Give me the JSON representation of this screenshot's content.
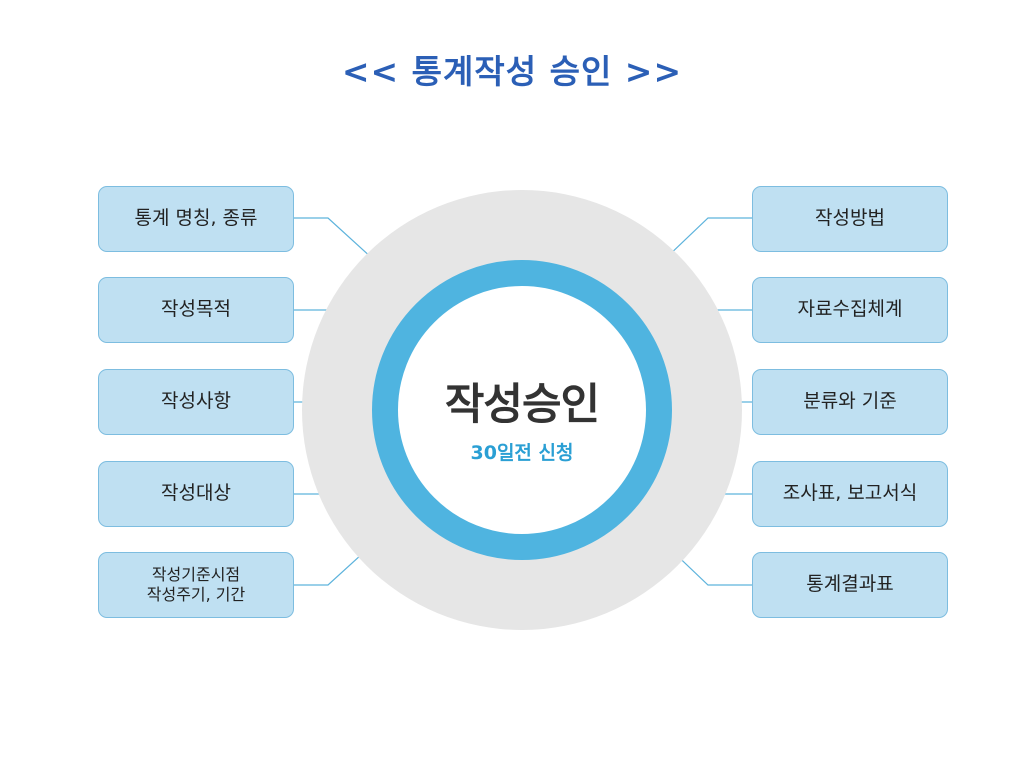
{
  "title": "<< 통계작성 승인 >>",
  "center": {
    "title": "작성승인",
    "subtitle": "30일전 신청"
  },
  "left_items": [
    "통계 명칭, 종류",
    "작성목적",
    "작성사항",
    "작성대상",
    "작성기준시점\n작성주기, 기간"
  ],
  "right_items": [
    "작성방법",
    "자료수집체계",
    "분류와 기준",
    "조사표, 보고서식",
    "통계결과표"
  ],
  "colors": {
    "title": "#2b5fb6",
    "ring": "#4fb4e0",
    "outer_circle": "#e6e6e6",
    "box_fill": "#bfe0f2",
    "box_border": "#7dbde0",
    "connector": "#5db3dc",
    "subtitle": "#2a9fd4"
  }
}
